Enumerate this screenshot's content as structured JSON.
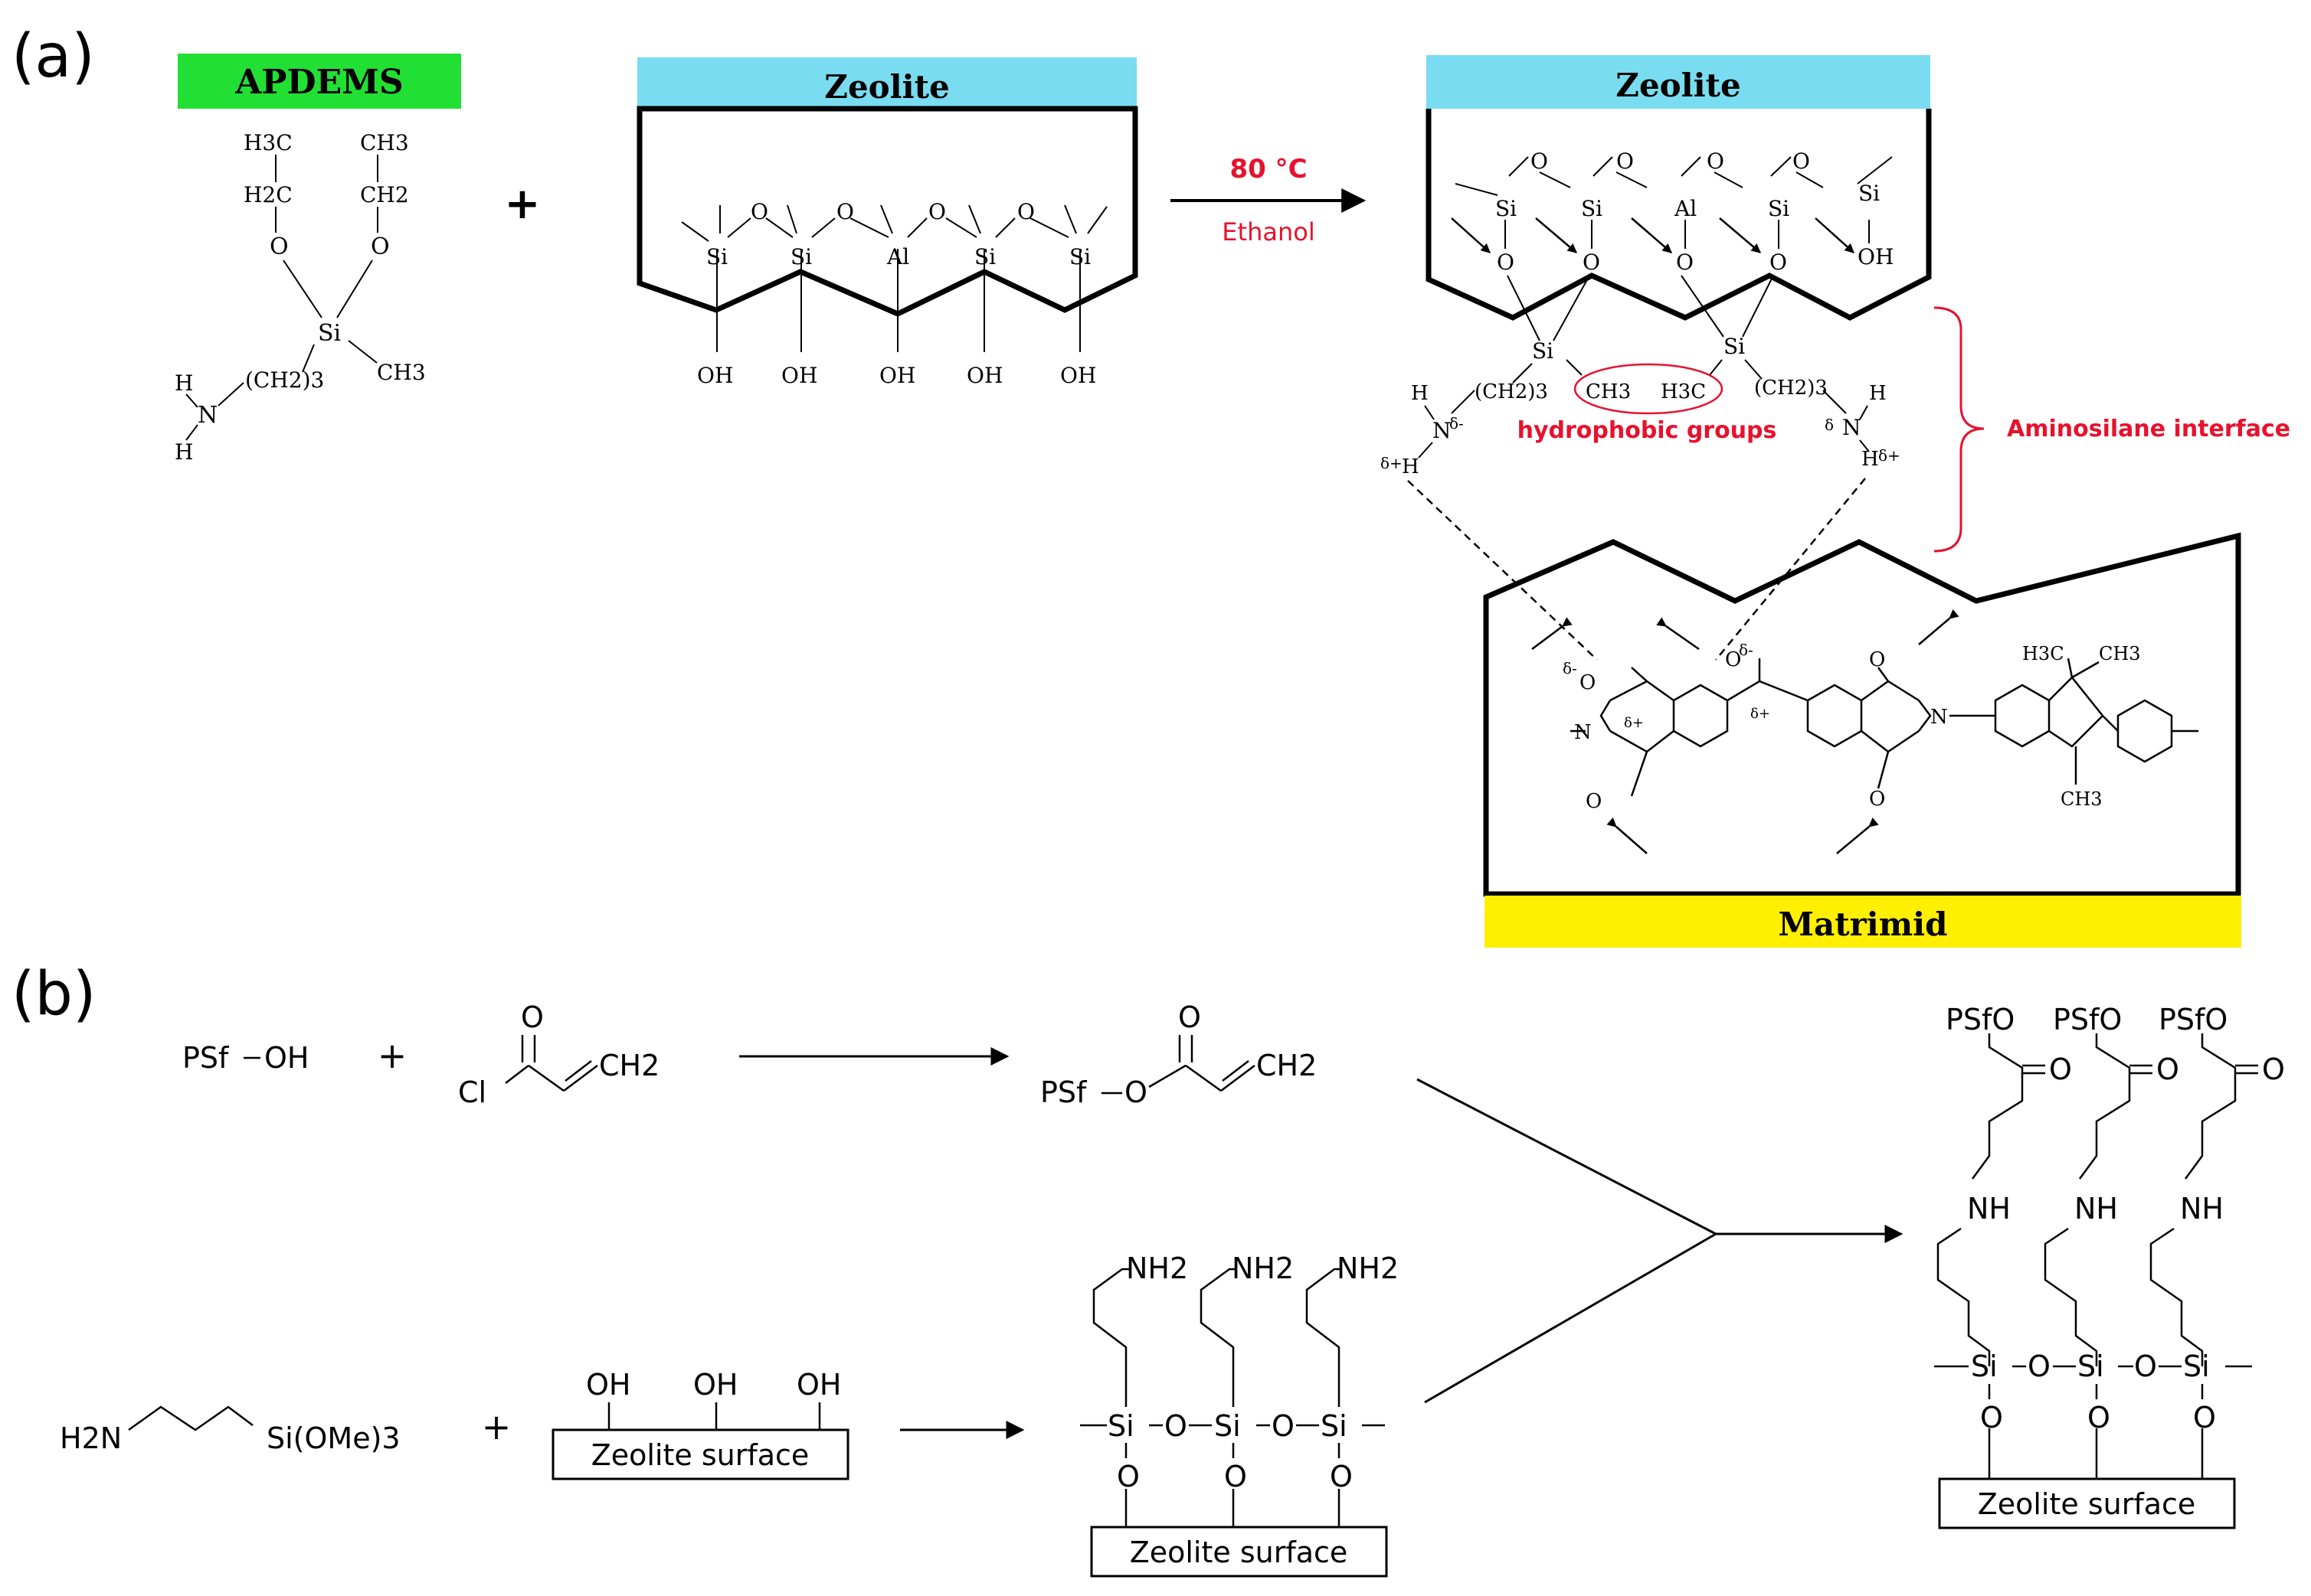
{
  "panel_a": {
    "label": "(a)",
    "apdems": {
      "title": "APDEMS",
      "h3c": "H3C",
      "h2c": "H2C",
      "ch3": "CH3",
      "ch2": "CH2",
      "o1": "O",
      "o2": "O",
      "si": "Si",
      "ch3_si": "CH3",
      "h_top": "H",
      "n": "N",
      "h_bot": "H",
      "chain": "(CH2)3"
    },
    "plus": "+",
    "zeolite_left": {
      "title": "Zeolite",
      "atoms": [
        "Si",
        "Si",
        "Al",
        "Si",
        "Si"
      ],
      "bridges": [
        "O",
        "O",
        "O",
        "O"
      ],
      "hydroxyls": [
        "OH",
        "OH",
        "OH",
        "OH",
        "OH"
      ]
    },
    "conditions": {
      "temperature": "80 °C",
      "solvent": "Ethanol"
    },
    "zeolite_right": {
      "title": "Zeolite",
      "atoms": [
        "Si",
        "Si",
        "Al",
        "Si",
        "Si"
      ],
      "bridges": [
        "O",
        "O",
        "O",
        "O"
      ],
      "lower_o": [
        "O",
        "O",
        "O",
        "O"
      ],
      "oh": "OH"
    },
    "silane": {
      "si_left": "Si",
      "si_right": "Si",
      "chain_left": "(CH2)3",
      "chain_right": "(CH2)3",
      "ch3": "CH3",
      "h3c": "H3C",
      "hydrophobic_label": "hydrophobic groups",
      "interface_label": "Aminosilane interface",
      "h_left_top": "H",
      "n_left": "N",
      "delta_n_left": "δ-",
      "delta_h_left": "δ+",
      "h_left_bot": "H",
      "h_right_top": "H",
      "n_right": "N",
      "delta_n_right": "δ",
      "h_right_bot": "H",
      "delta_h_right": "δ+"
    },
    "matrimid": {
      "title": "Matrimid",
      "delta_o1": "δ-",
      "o1": "O",
      "delta_c1": "δ+",
      "n1": "N",
      "o2": "O",
      "o3": "O",
      "delta_o3": "δ-",
      "delta_c3": "δ+",
      "o4": "O",
      "n2": "N",
      "o5": "O",
      "h3c": "H3C",
      "ch3_top": "CH3",
      "ch3_bot": "CH3"
    }
  },
  "panel_b": {
    "label": "(b)",
    "row1": {
      "psf": "PSf",
      "oh": "OH",
      "plus": "+",
      "o_top": "O",
      "cl": "Cl",
      "ch2": "CH2",
      "prod_o_top": "O",
      "prod_psf": "PSf",
      "prod_o": "O",
      "prod_ch2": "CH2"
    },
    "row2": {
      "h2n": "H2N",
      "sioet": "Si(OMe)3",
      "plus": "+",
      "oh_groups": [
        "OH",
        "OH",
        "OH"
      ],
      "surface": "Zeolite surface",
      "nh2": [
        "NH2",
        "NH2",
        "NH2"
      ],
      "si": [
        "Si",
        "Si",
        "Si"
      ],
      "o_bridge": [
        "O",
        "O"
      ],
      "o_down": [
        "O",
        "O",
        "O"
      ],
      "surface2": "Zeolite surface"
    },
    "final": {
      "psfo": [
        "PSfO",
        "PSfO",
        "PSfO"
      ],
      "carbonyl_o": [
        "O",
        "O",
        "O"
      ],
      "nh": [
        "NH",
        "NH",
        "NH"
      ],
      "si": [
        "Si",
        "Si",
        "Si"
      ],
      "o_bridge": [
        "O",
        "O"
      ],
      "o_down": [
        "O",
        "O",
        "O"
      ],
      "surface": "Zeolite surface"
    }
  },
  "colors": {
    "apdems_green": "#22e033",
    "zeolite_blue": "#79dcf0",
    "matrimid_yellow": "#ffef00",
    "red": "#e8112d"
  }
}
